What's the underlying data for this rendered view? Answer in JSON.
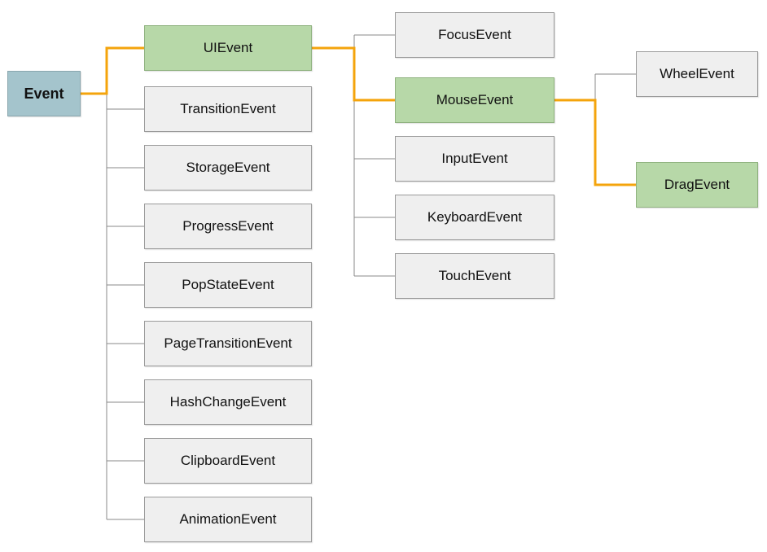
{
  "colors": {
    "root_fill": "#a4c4cc",
    "highlight_fill": "#b7d8a8",
    "node_fill": "#efefef",
    "highlight_line": "#f4a40c",
    "plain_line": "#888888"
  },
  "nodes": {
    "event": "Event",
    "ui_event": "UIEvent",
    "transition_event": "TransitionEvent",
    "storage_event": "StorageEvent",
    "progress_event": "ProgressEvent",
    "popstate_event": "PopStateEvent",
    "page_transition_event": "PageTransitionEvent",
    "hash_change_event": "HashChangeEvent",
    "clipboard_event": "ClipboardEvent",
    "animation_event": "AnimationEvent",
    "focus_event": "FocusEvent",
    "mouse_event": "MouseEvent",
    "input_event": "InputEvent",
    "keyboard_event": "KeyboardEvent",
    "touch_event": "TouchEvent",
    "wheel_event": "WheelEvent",
    "drag_event": "DragEvent"
  }
}
